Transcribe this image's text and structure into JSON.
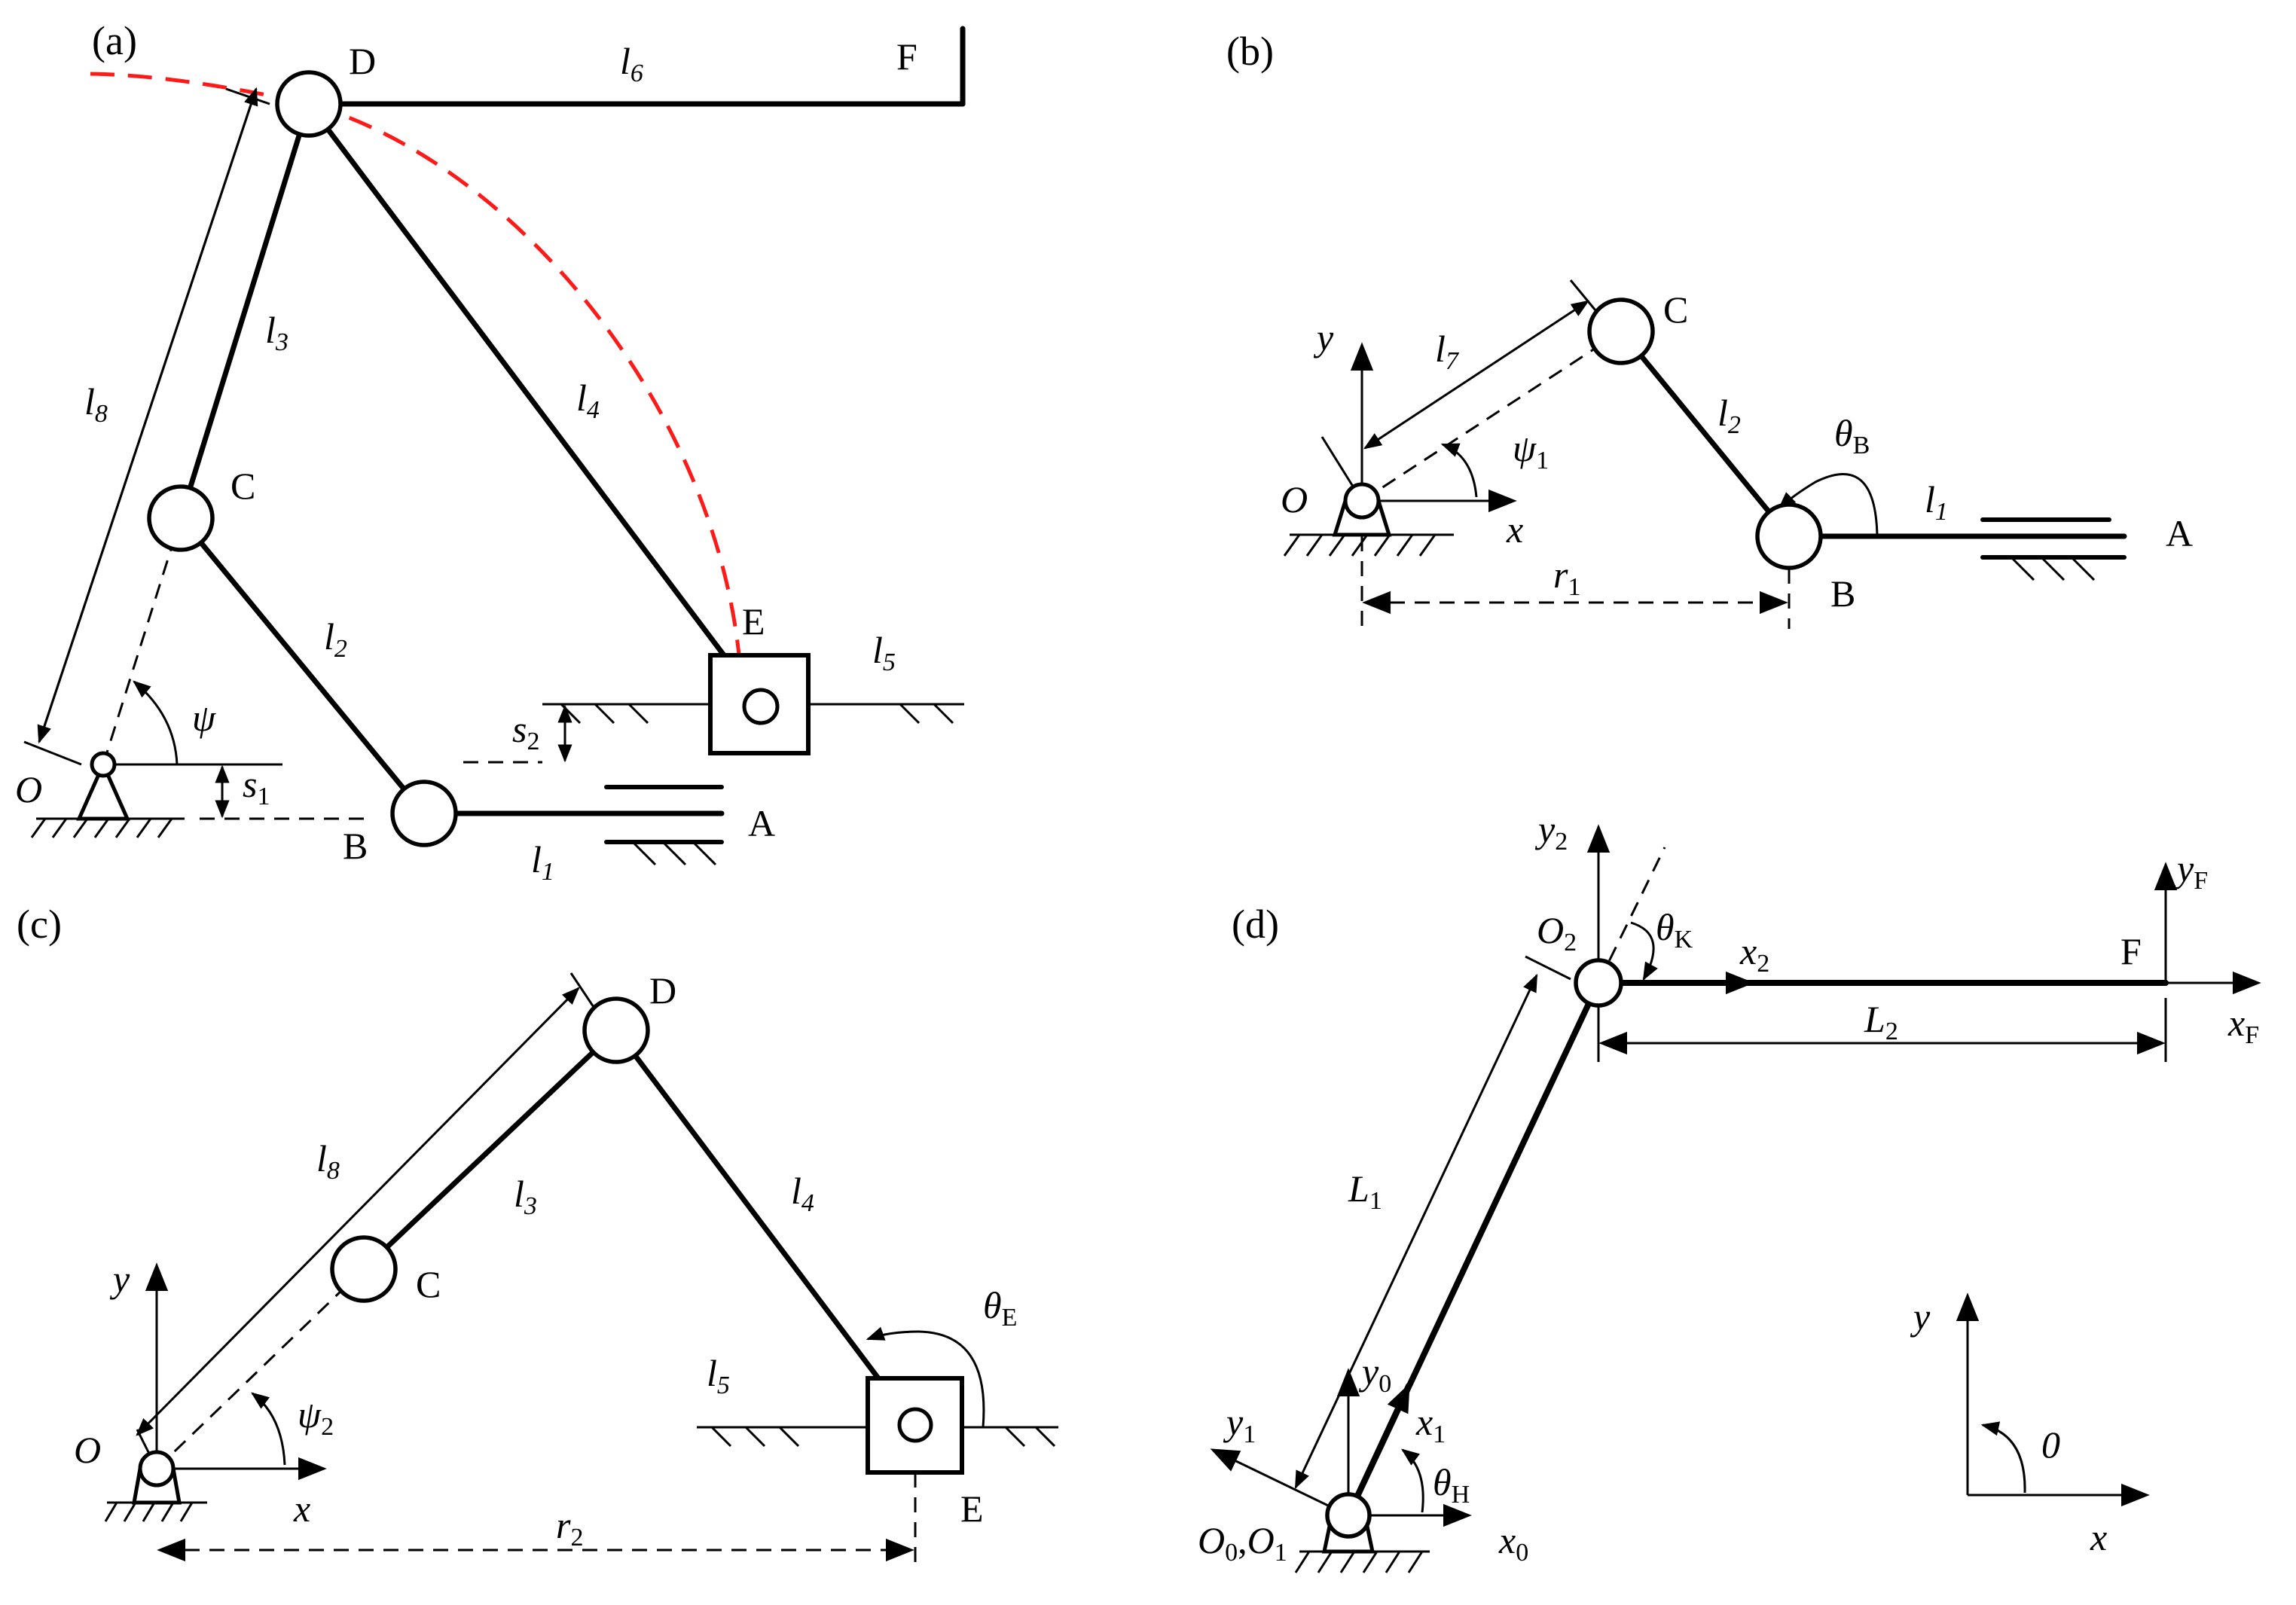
{
  "panels": {
    "a": {
      "tag": "(a)",
      "points": {
        "D": "D",
        "F": "F",
        "C": "C",
        "E": "E",
        "B": "B",
        "A": "A",
        "O": "O"
      },
      "links": {
        "l6": "6",
        "l3": "3",
        "l8": "8",
        "l4": "4",
        "l2": "2",
        "l5": "5",
        "l1": "1"
      },
      "symbols": {
        "psi": "ψ",
        "s1": "1",
        "s2": "2"
      }
    },
    "b": {
      "tag": "(b)",
      "points": {
        "C": "C",
        "O": "O",
        "B": "B",
        "A": "A"
      },
      "axes": {
        "x": "x",
        "y": "y"
      },
      "links": {
        "l7": "7",
        "l2": "2",
        "l1": "1",
        "r1": "1"
      },
      "symbols": {
        "psi1": "1",
        "thetaB": "B"
      }
    },
    "c": {
      "tag": "(c)",
      "points": {
        "D": "D",
        "C": "C",
        "O": "O",
        "E": "E"
      },
      "axes": {
        "x": "x",
        "y": "y"
      },
      "links": {
        "l8": "8",
        "l3": "3",
        "l4": "4",
        "l5": "5",
        "r2": "2"
      },
      "symbols": {
        "psi2": "2",
        "thetaE": "E"
      }
    },
    "d": {
      "tag": "(d)",
      "points": {
        "O2": "O",
        "O2sub": "2",
        "F": "F",
        "O0": "O",
        "O0sub": "0",
        "O1": "O",
        "O1sub": "1",
        "sep": ","
      },
      "axes": {
        "y2": "y",
        "y2sub": "2",
        "x2": "x",
        "x2sub": "2",
        "yF": "y",
        "yFsub": "F",
        "xF": "x",
        "xFsub": "F",
        "y0": "y",
        "y0sub": "0",
        "x0": "x",
        "x0sub": "0",
        "y1": "y",
        "y1sub": "1",
        "x1": "x",
        "x1sub": "1",
        "y": "y",
        "x": "x"
      },
      "links": {
        "L1": "L",
        "L1sub": "1",
        "L2": "L",
        "L2sub": "2"
      },
      "symbols": {
        "thetaK": "K",
        "thetaH": "H",
        "angle": "0"
      }
    }
  },
  "glyphs": {
    "l": "l",
    "s": "s",
    "r": "r",
    "psi": "ψ",
    "theta": "θ"
  },
  "colors": {
    "line": "#000000",
    "trajectory": "#ff1a1a",
    "background": "#ffffff"
  }
}
